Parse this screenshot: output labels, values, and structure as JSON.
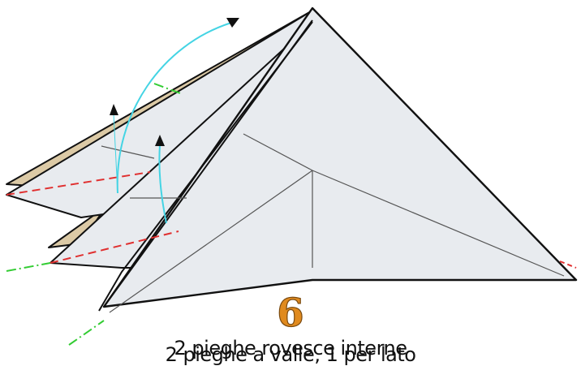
{
  "step": {
    "number": "6"
  },
  "captions": [
    "2 pieghe rovesce interne",
    "2 pieghe a valle, 1 per lato"
  ],
  "colors": {
    "paper_front": "#e8ebef",
    "paper_back": "#dccaa6",
    "outline": "#111111",
    "crease": "#555555",
    "valley_fold": "#e03030",
    "mountain_fold": "#33cc33",
    "arrow_curve": "#44d4e4",
    "arrow_head": "#111111",
    "step_number": "#e08a1e"
  },
  "icons": [
    "fold-arrow-icon",
    "fold-arrow-icon"
  ]
}
